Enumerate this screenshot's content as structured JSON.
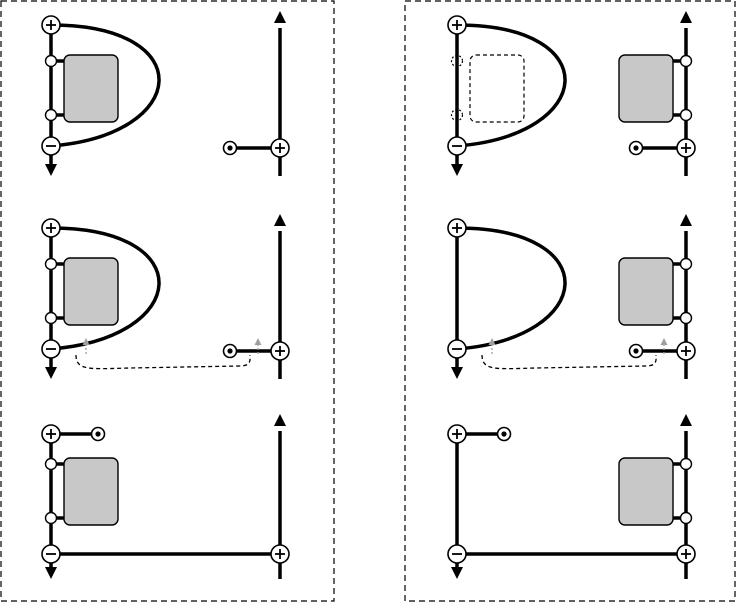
{
  "panels": [
    {
      "id": "left",
      "rows": [
        {
          "state": "connected",
          "loop": true,
          "ghost_block": false,
          "route": false,
          "block_side": "left"
        },
        {
          "state": "routing",
          "loop": true,
          "ghost_block": false,
          "route": true,
          "block_side": "left"
        },
        {
          "state": "rewired",
          "loop": false,
          "ghost_block": false,
          "route": false,
          "block_side": "left"
        }
      ]
    },
    {
      "id": "right",
      "rows": [
        {
          "state": "moved",
          "loop": true,
          "ghost_block": true,
          "route": false,
          "block_side": "right"
        },
        {
          "state": "routing",
          "loop": true,
          "ghost_block": false,
          "route": true,
          "block_side": "right"
        },
        {
          "state": "rewired",
          "loop": false,
          "ghost_block": false,
          "route": false,
          "block_side": "right"
        }
      ]
    }
  ],
  "symbols": {
    "positive": "plus-terminal",
    "negative": "minus-terminal",
    "probe": "probe-dot",
    "pin": "hollow-pin"
  },
  "colors": {
    "stroke": "#000000",
    "block_fill": "#c8c8c8",
    "hint": "#9aa0a4",
    "background": "#ffffff"
  }
}
